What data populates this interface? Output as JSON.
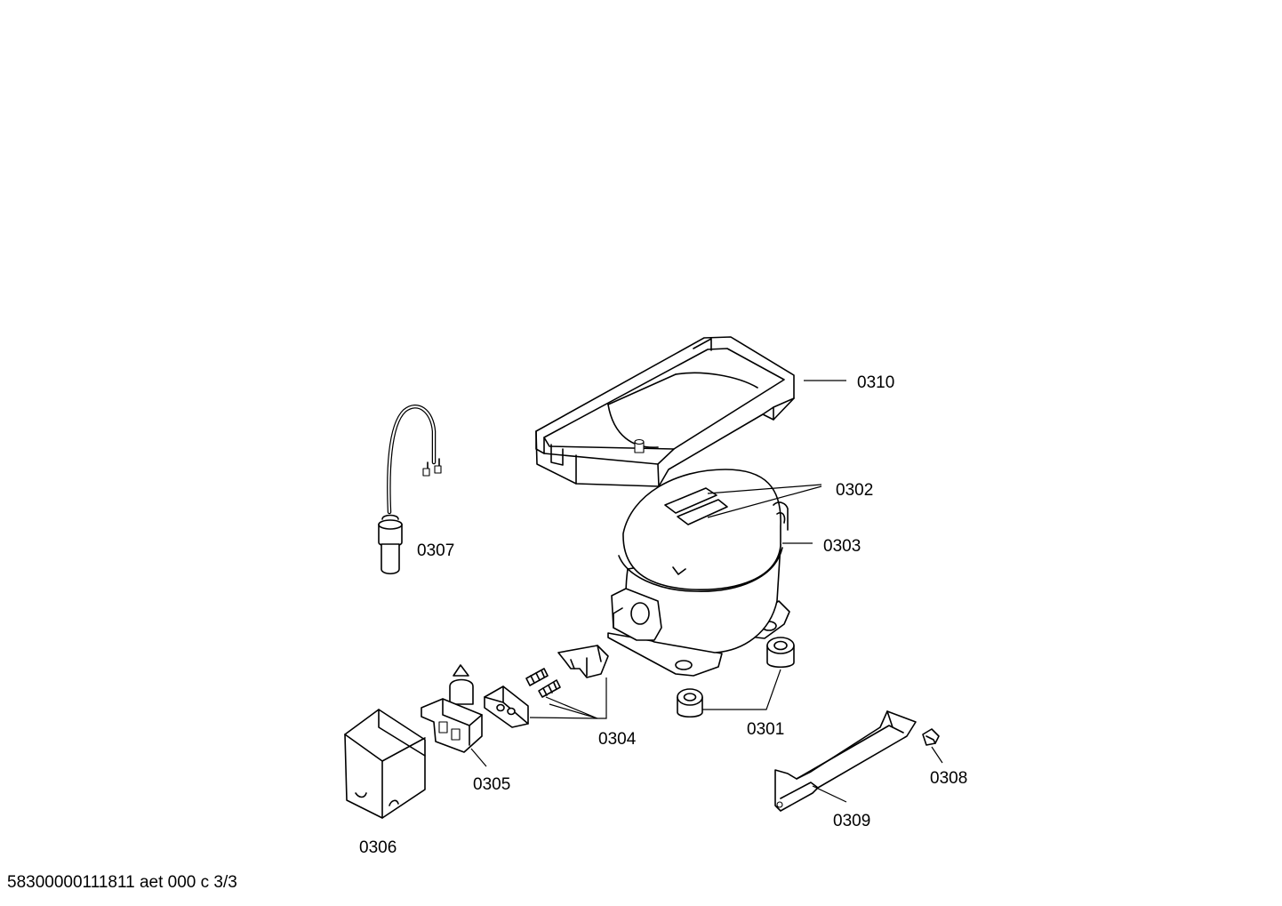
{
  "diagram": {
    "parts": [
      {
        "id": "0310",
        "label": "0310"
      },
      {
        "id": "0302",
        "label": "0302"
      },
      {
        "id": "0303",
        "label": "0303"
      },
      {
        "id": "0307",
        "label": "0307"
      },
      {
        "id": "0304",
        "label": "0304"
      },
      {
        "id": "0301",
        "label": "0301"
      },
      {
        "id": "0305",
        "label": "0305"
      },
      {
        "id": "0306",
        "label": "0306"
      },
      {
        "id": "0308",
        "label": "0308"
      },
      {
        "id": "0309",
        "label": "0309"
      }
    ]
  },
  "footer": {
    "text": "58300000111811 aet 000 c 3/3"
  }
}
